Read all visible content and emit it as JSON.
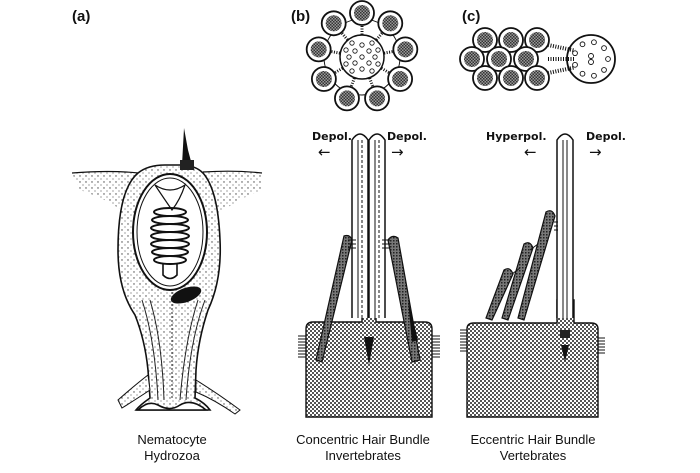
{
  "figure": {
    "panels": [
      {
        "id": "a",
        "label": "(a)",
        "caption_line1": "Nematocyte",
        "caption_line2": "Hydrozoa"
      },
      {
        "id": "b",
        "label": "(b)",
        "caption_line1": "Concentric Hair Bundle",
        "caption_line2": "Invertebrates",
        "arrow_left": "Depol.",
        "arrow_right": "Depol.",
        "arrow_left_glyph": "←",
        "arrow_right_glyph": "→",
        "cross_section": "concentric-ring"
      },
      {
        "id": "c",
        "label": "(c)",
        "caption_line1": "Eccentric Hair Bundle",
        "caption_line2": "Vertebrates",
        "arrow_left": "Hyperpol.",
        "arrow_right": "Depol.",
        "arrow_left_glyph": "←",
        "arrow_right_glyph": "→",
        "cross_section": "hexagonal-grid-with-kinocilium"
      }
    ],
    "colors": {
      "ink": "#111111",
      "background": "#ffffff",
      "stipple": "#888888"
    }
  }
}
